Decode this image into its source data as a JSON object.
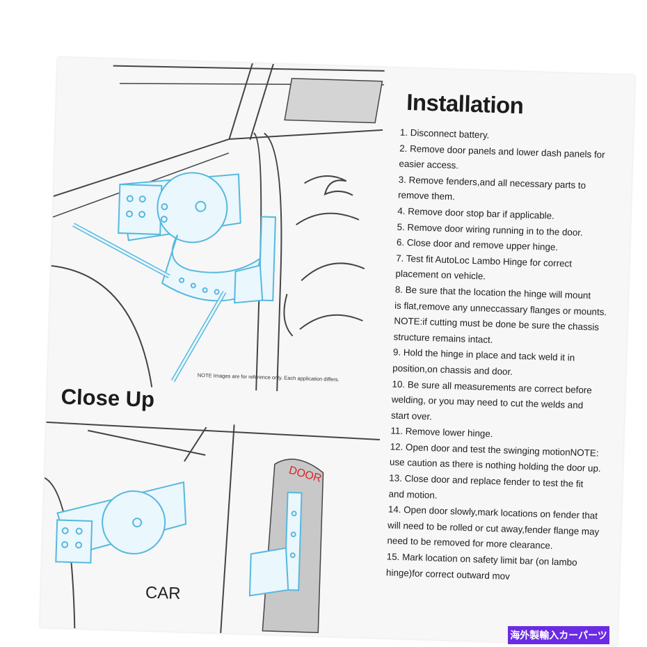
{
  "instructions": {
    "title": "Installation",
    "steps": [
      "1. Disconnect battery.",
      "2. Remove door panels and lower dash panels for",
      "easier access.",
      "3. Remove fenders,and all necessary parts to",
      "remove them.",
      "4. Remove door stop bar if applicable.",
      "5. Remove door wiring running in to the door.",
      "6. Close door and remove upper hinge.",
      "7. Test fit AutoLoc Lambo Hinge for correct",
      "placement on vehicle.",
      "8. Be sure that the location the hinge will mount",
      "is flat,remove any unneccassary flanges or mounts.",
      "NOTE:if cutting must be done be sure the chassis",
      "structure remains intact.",
      "9. Hold the hinge in place and tack weld it in",
      "position,on chassis and door.",
      "10. Be sure all measurements are correct before",
      "welding, or you may need to cut the welds and",
      "start over.",
      "11. Remove lower hinge.",
      "12. Open door and test the swinging motionNOTE:",
      "use caution as there is nothing holding the door up.",
      "13. Close door and replace fender to test the fit",
      "and motion.",
      "14. Open door slowly,mark locations on fender that",
      "will need to be rolled or cut away,fender flange may",
      "need to be removed for more clearance.",
      "15. Mark location on safety limit bar (on lambo",
      "hinge)for correct outward mov"
    ]
  },
  "note": "NOTE Images are for reference only. Each application differs.",
  "closeup": {
    "title": "Close Up",
    "car_label": "CAR",
    "door_label": "DOOR"
  },
  "watermark": "海外製輸入カーパーツ",
  "colors": {
    "hinge": "#55b8df",
    "door_label": "#d7262b",
    "badge": "#6b2be3"
  }
}
